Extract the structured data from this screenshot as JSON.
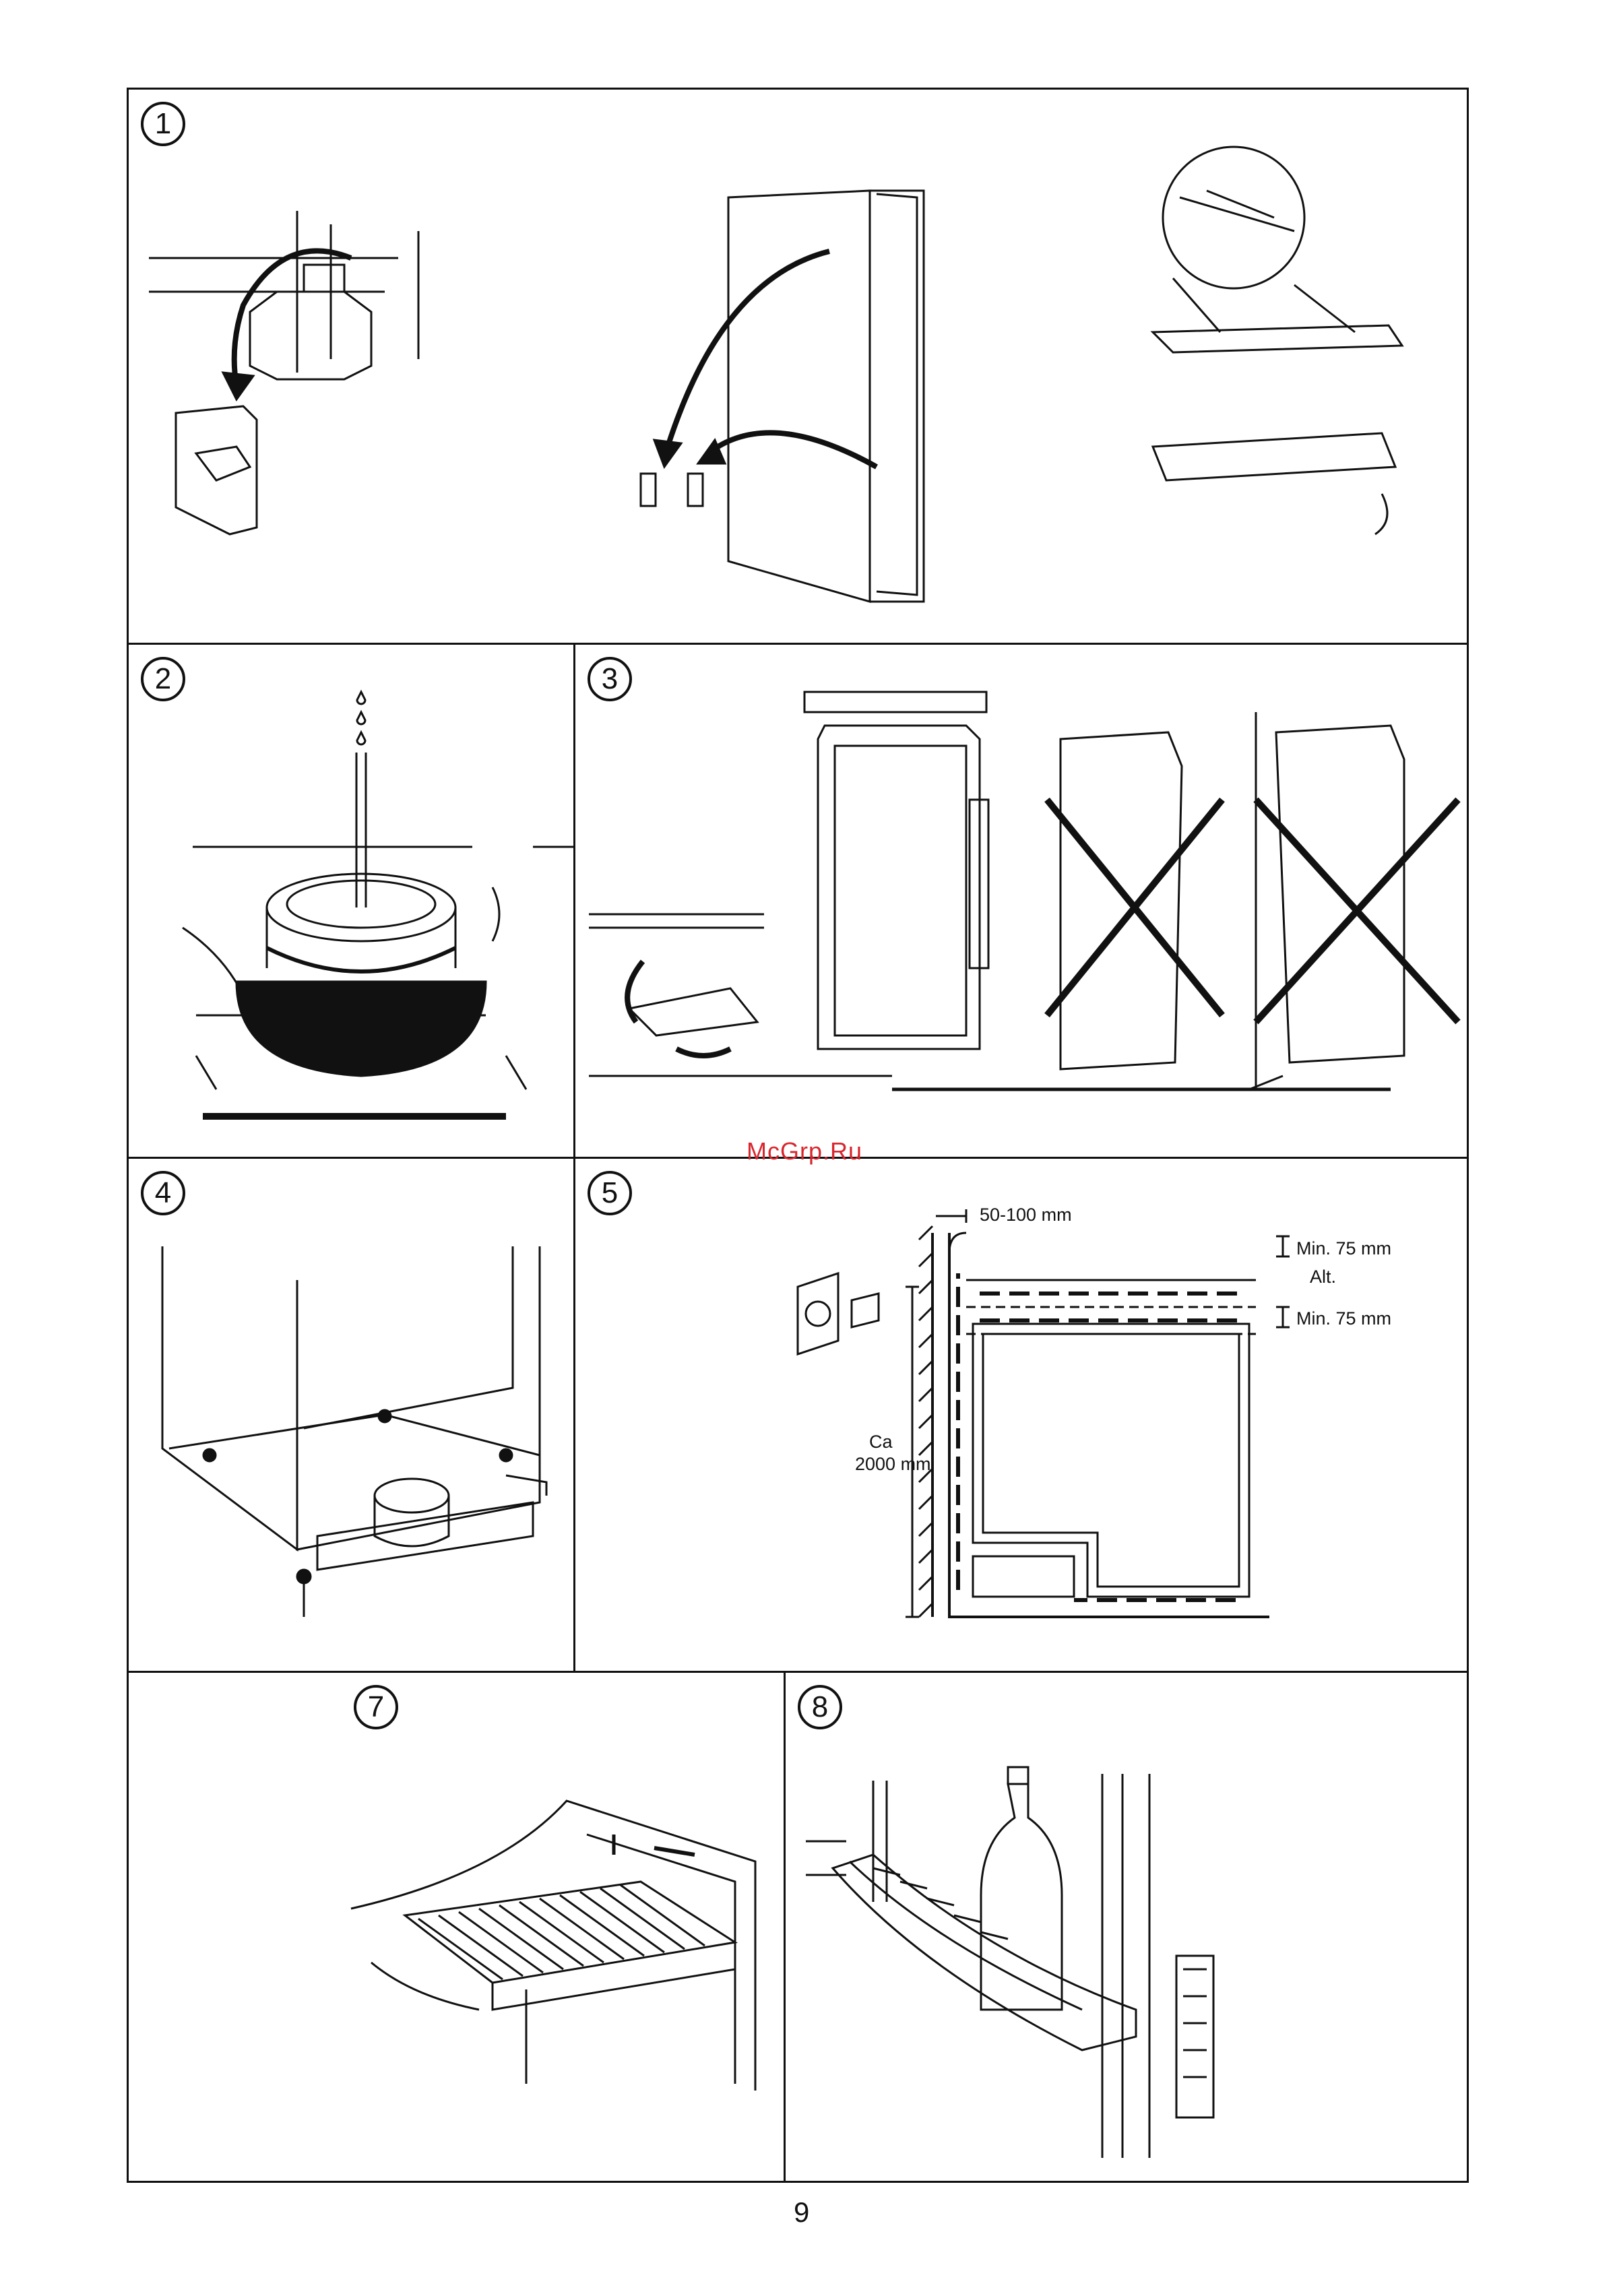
{
  "panels": [
    {
      "number": "1"
    },
    {
      "number": "2"
    },
    {
      "number": "3"
    },
    {
      "number": "4"
    },
    {
      "number": "5"
    },
    {
      "number": "7"
    },
    {
      "number": "8"
    }
  ],
  "ventilation": {
    "gap_label": "50-100 mm",
    "min_top_label": "Min. 75 mm",
    "alt_label": "Alt.",
    "min_bottom_label": "Min. 75 mm",
    "height_label_line1": "Ca",
    "height_label_line2": "2000 mm"
  },
  "watermark": "McGrp.Ru",
  "page_number": "9",
  "colors": {
    "line": "#111111",
    "watermark": "#d7262d"
  }
}
